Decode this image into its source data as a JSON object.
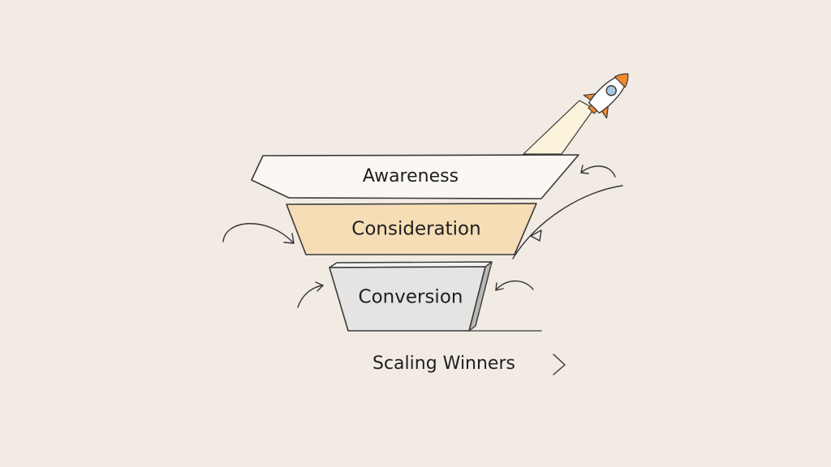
{
  "funnel": {
    "stages": [
      {
        "label": "Awareness",
        "fill": "#fbf8f3"
      },
      {
        "label": "Consideration",
        "fill": "#f5deb6"
      },
      {
        "label": "Conversion",
        "fill": "#e6e4e2"
      }
    ],
    "outcome_label": "Scaling Winners"
  },
  "colors": {
    "background": "#f1ebe4",
    "outline": "#3a3a3a",
    "rocket_body": "#ffffff",
    "rocket_accent": "#f08a2c",
    "rocket_window": "#a9c9e8",
    "exhaust": "#fbf3dc"
  },
  "icons": [
    "rocket-icon",
    "chevron-right-icon",
    "curved-arrow-icon"
  ]
}
